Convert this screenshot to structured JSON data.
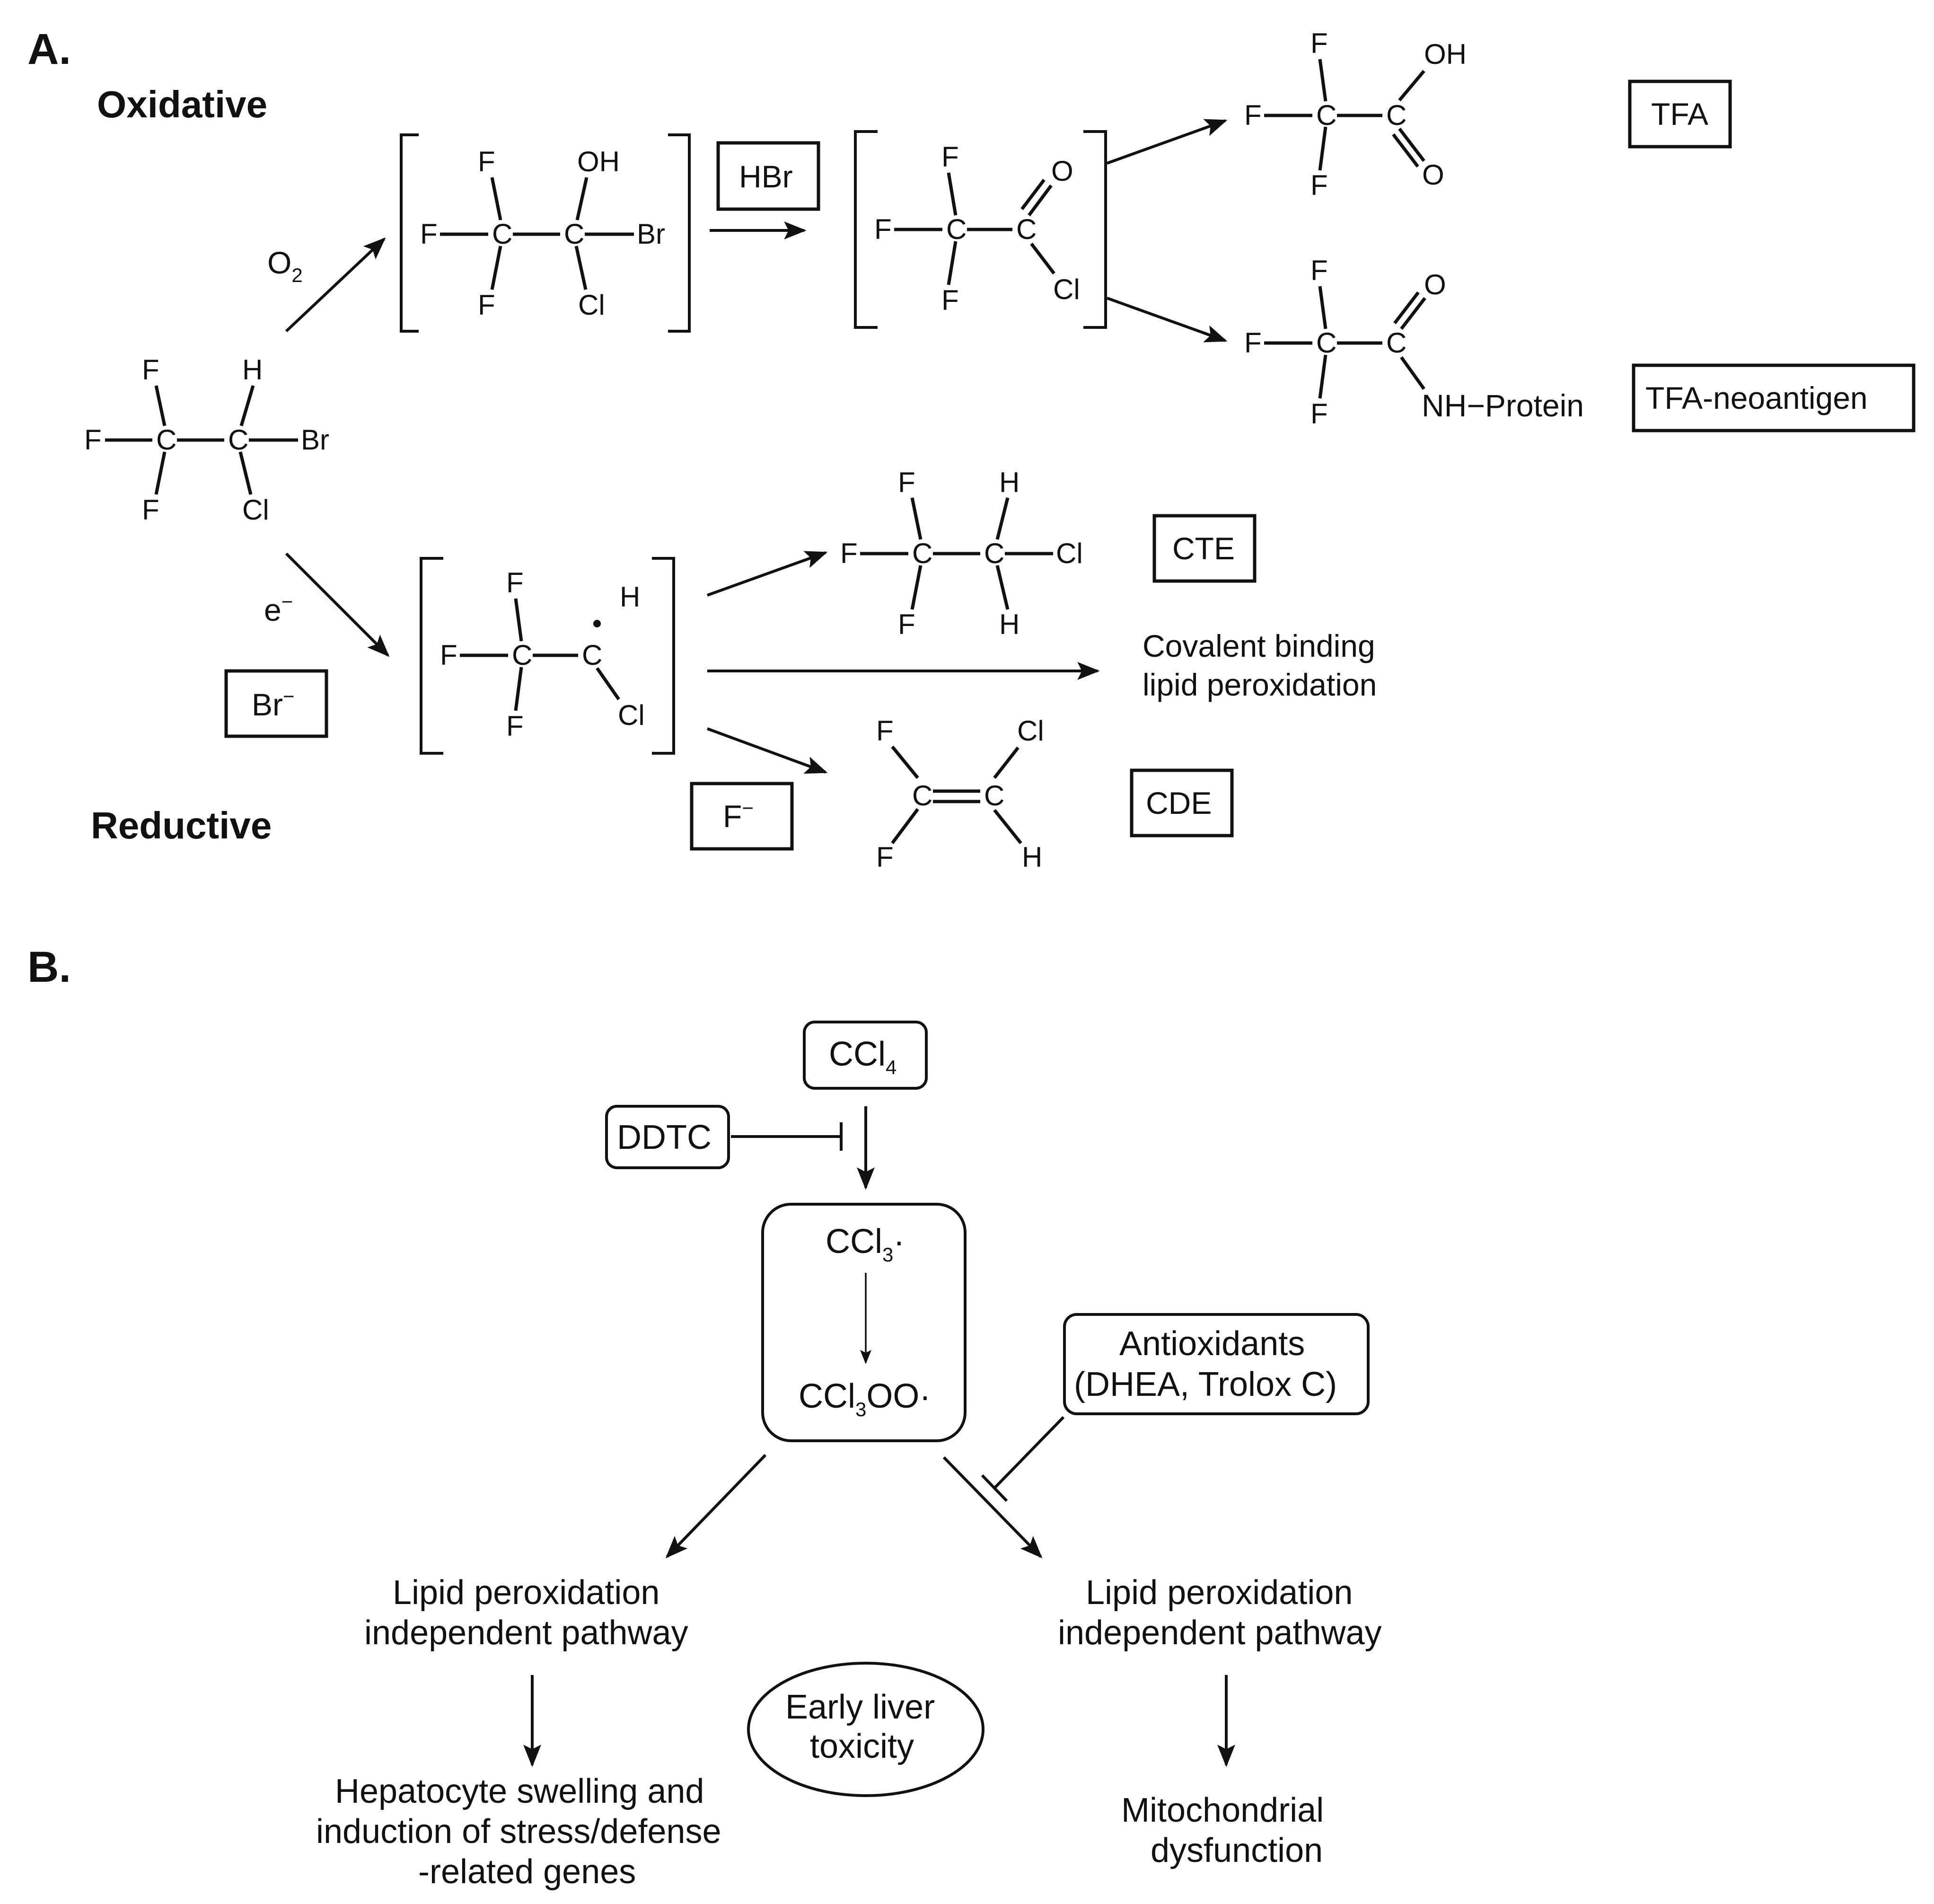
{
  "panel_a": {
    "label": "A.",
    "oxidative": "Oxidative",
    "reductive": "Reductive",
    "reagent_o2": "O",
    "reagent_o2_sub": "2",
    "reagent_e": "e",
    "reagent_e_sup": "−",
    "box_hbr": "HBr",
    "box_br": "Br",
    "box_br_sup": "−",
    "box_f": "F",
    "box_f_sup": "−",
    "product_tfa": "TFA",
    "product_neoantigen": "TFA-neoantigen",
    "product_cte": "CTE",
    "product_cde": "CDE",
    "nh_protein": "NH−Protein",
    "covalent_1": "Covalent binding",
    "covalent_2": "lipid peroxidation",
    "atoms": {
      "C": "C",
      "F": "F",
      "H": "H",
      "Cl": "Cl",
      "Br": "Br",
      "O": "O",
      "OH": "OH"
    }
  },
  "panel_b": {
    "label": "B.",
    "ccl4": "CCl",
    "ccl4_sub": "4",
    "ddtc": "DDTC",
    "ccl3": "CCl",
    "ccl3_sub": "3",
    "ccl3_dot": "·",
    "ccl3oo": "CCl",
    "ccl3oo_sub": "3",
    "ccl3oo_tail": "OO·",
    "antioxidants_1": "Antioxidants",
    "antioxidants_2": "(DHEA, Trolox C)",
    "left_path_1": "Lipid peroxidation",
    "left_path_2": "independent pathway",
    "right_path_1": "Lipid peroxidation",
    "right_path_2": "independent pathway",
    "left_outcome_1": "Hepatocyte swelling and",
    "left_outcome_2": "induction of stress/defense",
    "left_outcome_3": "-related genes",
    "right_outcome_1": "Mitochondrial",
    "right_outcome_2": "dysfunction",
    "center_1": "Early liver",
    "center_2": "toxicity"
  }
}
